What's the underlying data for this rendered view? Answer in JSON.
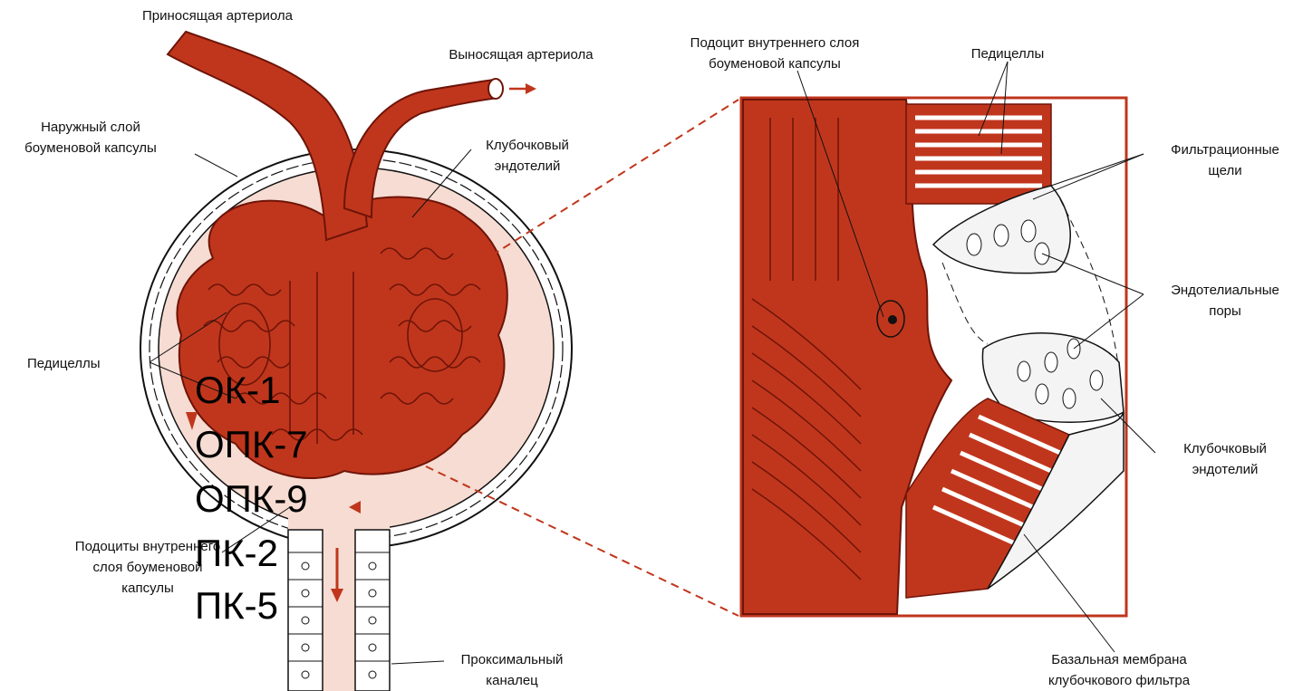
{
  "labels": {
    "afferent": "Приносящая артериола",
    "efferent": "Выносящая артериола",
    "outer_layer_1": "Наружный слой",
    "outer_layer_2": "боуменовой капсулы",
    "glom_endo_left_1": "Клубочковый",
    "glom_endo_left_2": "эндотелий",
    "pedicels_left": "Педицеллы",
    "podocytes_1": "Подоциты внутреннего",
    "podocytes_2": "слоя боуменовой",
    "podocytes_3": "капсулы",
    "proximal_1": "Проксимальный",
    "proximal_2": "каналец",
    "podocyte_inner_1": "Подоцит внутреннего слоя",
    "podocyte_inner_2": "боуменовой капсулы",
    "pedicels_right": "Педицеллы",
    "filtration_1": "Фильтрационные",
    "filtration_2": "щели",
    "endo_pores_1": "Эндотелиальные",
    "endo_pores_2": "поры",
    "glom_endo_right_1": "Клубочковый",
    "glom_endo_right_2": "эндотелий",
    "basal_1": "Базальная мембрана",
    "basal_2": "клубочкового фильтра"
  },
  "codes": [
    "ОК-1",
    "ОПК-7",
    "ОПК-9",
    "ПК-2",
    "ПК-5"
  ],
  "colors": {
    "tissue": "#c0361c",
    "tissue_dark": "#6e1408",
    "capsule_fill": "#f6dcd2",
    "line": "#111111"
  }
}
